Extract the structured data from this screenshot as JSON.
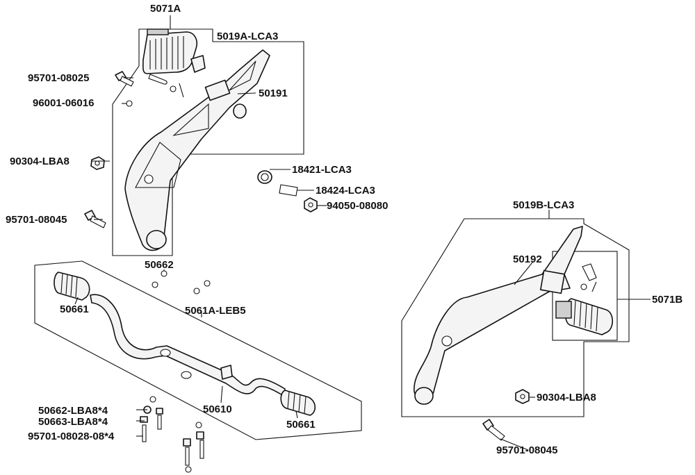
{
  "labels": {
    "l5071A": "5071A",
    "l5019A": "5019A-LCA3",
    "l95701_08025": "95701-08025",
    "l96001": "96001-06016",
    "l50191": "50191",
    "l90304_top": "90304-LBA8",
    "l18421": "18421-LCA3",
    "l18424": "18424-LCA3",
    "l94050": "94050-08080",
    "l95701_08045_top": "95701-08045",
    "l5019B": "5019B-LCA3",
    "l50662": "50662",
    "l50192": "50192",
    "l50661_left": "50661",
    "l5061A": "5061A-LEB5",
    "l5071B": "5071B",
    "l50662_4": "50662-LBA8*4",
    "l50663_4": "50663-LBA8*4",
    "l95701_08028": "95701-08028-08*4",
    "l50610": "50610",
    "l50661_right": "50661",
    "l90304_right": "90304-LBA8",
    "l95701_08045_bot": "95701-08045"
  }
}
